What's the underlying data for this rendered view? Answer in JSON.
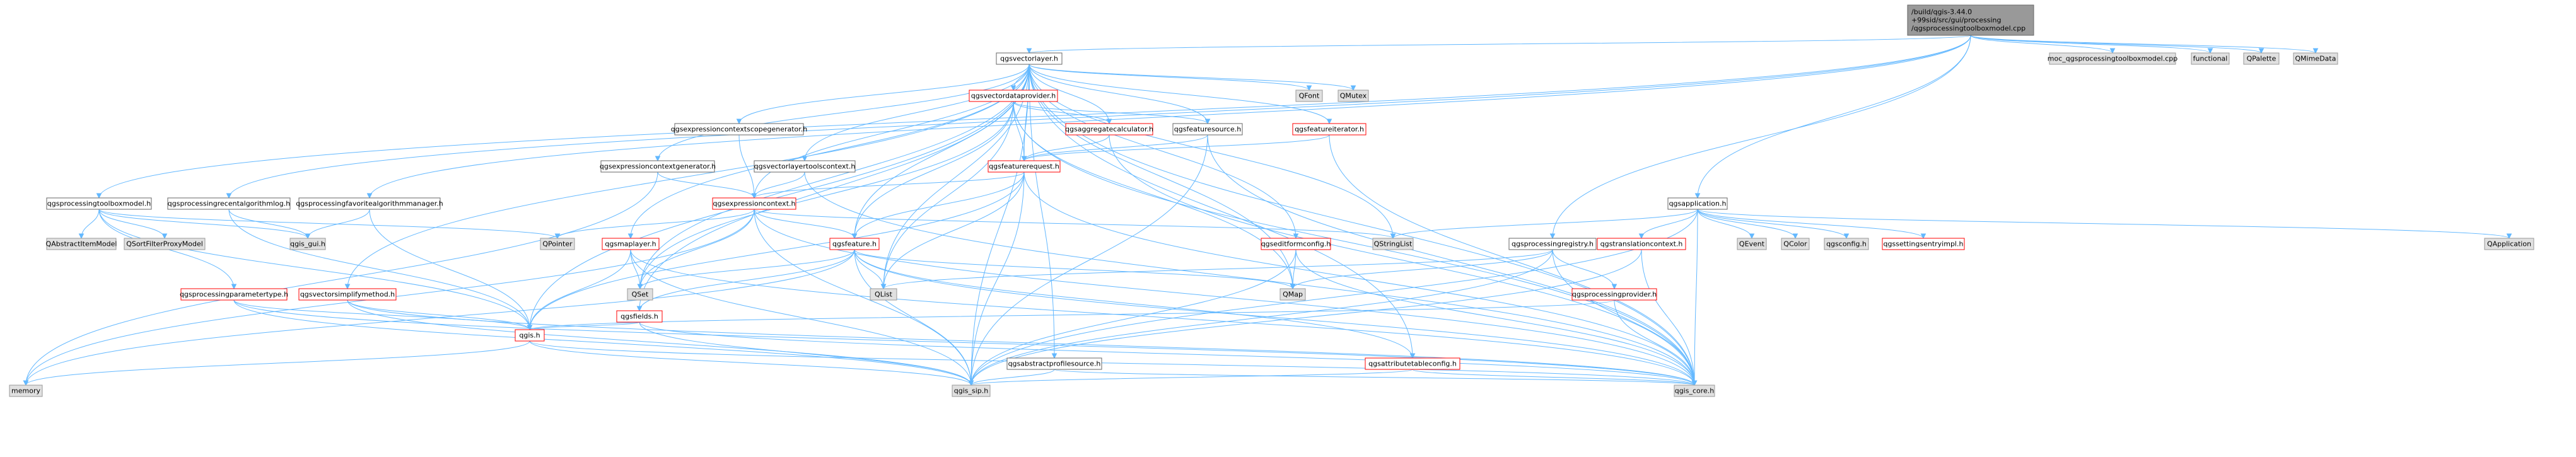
{
  "colors": {
    "edge": "#63b8ff",
    "main_fill": "#999999",
    "grey_fill": "#e0e0e0",
    "red_border": "#ff0000",
    "normal_border": "#666666"
  },
  "nodes": [
    {
      "id": "root",
      "lines": [
        "/build/qgis-3.44.0",
        "+99sid/src/gui/processing",
        "/qgsprocessingtoolboxmodel.cpp"
      ],
      "style": "main"
    },
    {
      "id": "qgsvectorlayer",
      "lines": [
        "qgsvectorlayer.h"
      ],
      "style": "normal"
    },
    {
      "id": "moc",
      "lines": [
        "moc_qgsprocessingtoolboxmodel.cpp"
      ],
      "style": "grey"
    },
    {
      "id": "functional",
      "lines": [
        "functional"
      ],
      "style": "grey"
    },
    {
      "id": "qpalette",
      "lines": [
        "QPalette"
      ],
      "style": "grey"
    },
    {
      "id": "qmimedata",
      "lines": [
        "QMimeData"
      ],
      "style": "grey"
    },
    {
      "id": "qfont",
      "lines": [
        "QFont"
      ],
      "style": "grey"
    },
    {
      "id": "qmutex",
      "lines": [
        "QMutex"
      ],
      "style": "grey"
    },
    {
      "id": "qgsvectordataprovider",
      "lines": [
        "qgsvectordataprovider.h"
      ],
      "style": "red"
    },
    {
      "id": "qgsaggregatecalculator",
      "lines": [
        "qgsaggregatecalculator.h"
      ],
      "style": "red"
    },
    {
      "id": "qgsfeaturesource",
      "lines": [
        "qgsfeaturesource.h"
      ],
      "style": "normal"
    },
    {
      "id": "qgsfeatureiterator",
      "lines": [
        "qgsfeatureiterator.h"
      ],
      "style": "red"
    },
    {
      "id": "qgsexpressioncontextscopegenerator",
      "lines": [
        "qgsexpressioncontextscopegenerator.h"
      ],
      "style": "normal"
    },
    {
      "id": "qgsexpressioncontextgenerator",
      "lines": [
        "qgsexpressioncontextgenerator.h"
      ],
      "style": "normal"
    },
    {
      "id": "qgsvectorlayertoolscontext",
      "lines": [
        "qgsvectorlayertoolscontext.h"
      ],
      "style": "normal"
    },
    {
      "id": "qgsfeaturerequest",
      "lines": [
        "qgsfeaturerequest.h"
      ],
      "style": "red"
    },
    {
      "id": "qgsexpressioncontext",
      "lines": [
        "qgsexpressioncontext.h"
      ],
      "style": "red"
    },
    {
      "id": "qgsprocessingtoolboxmodel",
      "lines": [
        "qgsprocessingtoolboxmodel.h"
      ],
      "style": "normal"
    },
    {
      "id": "qgsprocessingrecentalgorithmlog",
      "lines": [
        "qgsprocessingrecentalgorithmlog.h"
      ],
      "style": "normal"
    },
    {
      "id": "qgsprocessingfavoritealgorithmmanager",
      "lines": [
        "qgsprocessingfavoritealgorithmmanager.h"
      ],
      "style": "normal"
    },
    {
      "id": "qgsapplication",
      "lines": [
        "qgsapplication.h"
      ],
      "style": "normal"
    },
    {
      "id": "qabstractitemmodel",
      "lines": [
        "QAbstractItemModel"
      ],
      "style": "grey"
    },
    {
      "id": "qsortfilterproxymodel",
      "lines": [
        "QSortFilterProxyModel"
      ],
      "style": "grey"
    },
    {
      "id": "qgis_gui",
      "lines": [
        "qgis_gui.h"
      ],
      "style": "grey"
    },
    {
      "id": "qpointer",
      "lines": [
        "QPointer"
      ],
      "style": "grey"
    },
    {
      "id": "qgsmaplayer",
      "lines": [
        "qgsmaplayer.h"
      ],
      "style": "red"
    },
    {
      "id": "qgsfeature",
      "lines": [
        "qgsfeature.h"
      ],
      "style": "red"
    },
    {
      "id": "qstringlist",
      "lines": [
        "QStringList"
      ],
      "style": "grey"
    },
    {
      "id": "qgseditformconfig",
      "lines": [
        "qgseditformconfig.h"
      ],
      "style": "red"
    },
    {
      "id": "qgsprocessingregistry",
      "lines": [
        "qgsprocessingregistry.h"
      ],
      "style": "normal"
    },
    {
      "id": "qgstranslationcontext",
      "lines": [
        "qgstranslationcontext.h"
      ],
      "style": "red"
    },
    {
      "id": "qevent",
      "lines": [
        "QEvent"
      ],
      "style": "grey"
    },
    {
      "id": "qcolor",
      "lines": [
        "QColor"
      ],
      "style": "grey"
    },
    {
      "id": "qgsconfig",
      "lines": [
        "qgsconfig.h"
      ],
      "style": "grey"
    },
    {
      "id": "qgssettingsentryimpl",
      "lines": [
        "qgssettingsentryimpl.h"
      ],
      "style": "red"
    },
    {
      "id": "qapplication",
      "lines": [
        "QApplication"
      ],
      "style": "grey"
    },
    {
      "id": "qgsprocessingparametertype",
      "lines": [
        "qgsprocessingparametertype.h"
      ],
      "style": "red"
    },
    {
      "id": "qgsvectorsimplifymethod",
      "lines": [
        "qgsvectorsimplifymethod.h"
      ],
      "style": "red"
    },
    {
      "id": "qset",
      "lines": [
        "QSet"
      ],
      "style": "grey"
    },
    {
      "id": "qgsfields",
      "lines": [
        "qgsfields.h"
      ],
      "style": "red"
    },
    {
      "id": "qlist",
      "lines": [
        "QList"
      ],
      "style": "grey"
    },
    {
      "id": "qmap",
      "lines": [
        "QMap"
      ],
      "style": "grey"
    },
    {
      "id": "qgsprocessingprovider",
      "lines": [
        "qgsprocessingprovider.h"
      ],
      "style": "red"
    },
    {
      "id": "qgis",
      "lines": [
        "qgis.h"
      ],
      "style": "red"
    },
    {
      "id": "qgsabstractprofilesource",
      "lines": [
        "qgsabstractprofilesource.h"
      ],
      "style": "normal"
    },
    {
      "id": "qgsattributetableconfig",
      "lines": [
        "qgsattributetableconfig.h"
      ],
      "style": "red"
    },
    {
      "id": "memory",
      "lines": [
        "memory"
      ],
      "style": "grey"
    },
    {
      "id": "qgis_sip",
      "lines": [
        "qgis_sip.h"
      ],
      "style": "grey"
    },
    {
      "id": "qgis_core",
      "lines": [
        "qgis_core.h"
      ],
      "style": "grey"
    }
  ],
  "edges": [
    [
      "root",
      "qgsvectorlayer"
    ],
    [
      "root",
      "moc"
    ],
    [
      "root",
      "functional"
    ],
    [
      "root",
      "qpalette"
    ],
    [
      "root",
      "qmimedata"
    ],
    [
      "root",
      "qgsprocessingtoolboxmodel"
    ],
    [
      "root",
      "qgsprocessingrecentalgorithmlog"
    ],
    [
      "root",
      "qgsprocessingfavoritealgorithmmanager"
    ],
    [
      "root",
      "qgsapplication"
    ],
    [
      "root",
      "qgsprocessingregistry"
    ],
    [
      "qgsvectorlayer",
      "qfont"
    ],
    [
      "qgsvectorlayer",
      "qmutex"
    ],
    [
      "qgsvectorlayer",
      "qgsvectordataprovider"
    ],
    [
      "qgsvectorlayer",
      "qgsaggregatecalculator"
    ],
    [
      "qgsvectorlayer",
      "qgsfeaturesource"
    ],
    [
      "qgsvectorlayer",
      "qgsfeatureiterator"
    ],
    [
      "qgsvectorlayer",
      "qgsexpressioncontextscopegenerator"
    ],
    [
      "qgsvectorlayer",
      "qgsexpressioncontextgenerator"
    ],
    [
      "qgsvectorlayer",
      "qgsvectorlayertoolscontext"
    ],
    [
      "qgsvectorlayer",
      "qgsfeaturerequest"
    ],
    [
      "qgsvectorlayer",
      "qgsexpressioncontext"
    ],
    [
      "qgsvectorlayer",
      "qgsmaplayer"
    ],
    [
      "qgsvectorlayer",
      "qgsfeature"
    ],
    [
      "qgsvectorlayer",
      "qstringlist"
    ],
    [
      "qgsvectorlayer",
      "qgseditformconfig"
    ],
    [
      "qgsvectorlayer",
      "qgsvectorsimplifymethod"
    ],
    [
      "qgsvectorlayer",
      "qset"
    ],
    [
      "qgsvectorlayer",
      "qgsfields"
    ],
    [
      "qgsvectorlayer",
      "qlist"
    ],
    [
      "qgsvectorlayer",
      "qmap"
    ],
    [
      "qgsvectorlayer",
      "qgis"
    ],
    [
      "qgsvectorlayer",
      "qgsabstractprofilesource"
    ],
    [
      "qgsvectorlayer",
      "qgsattributetableconfig"
    ],
    [
      "qgsvectorlayer",
      "qgis_sip"
    ],
    [
      "qgsvectorlayer",
      "qgis_core"
    ],
    [
      "qgsvectordataprovider",
      "qgsaggregatecalculator"
    ],
    [
      "qgsvectordataprovider",
      "qgsfeaturesource"
    ],
    [
      "qgsvectordataprovider",
      "qgsfeaturerequest"
    ],
    [
      "qgsvectordataprovider",
      "qgsfeature"
    ],
    [
      "qgsvectordataprovider",
      "qset"
    ],
    [
      "qgsvectordataprovider",
      "qlist"
    ],
    [
      "qgsvectordataprovider",
      "qmap"
    ],
    [
      "qgsvectordataprovider",
      "qgis_core"
    ],
    [
      "qgsaggregatecalculator",
      "qgsfeaturerequest"
    ],
    [
      "qgsaggregatecalculator",
      "qgis_core"
    ],
    [
      "qgsfeaturesource",
      "qgsfeaturerequest"
    ],
    [
      "qgsfeaturesource",
      "qgis_sip"
    ],
    [
      "qgsfeaturesource",
      "qgis_core"
    ],
    [
      "qgsfeatureiterator",
      "qgsfeaturerequest"
    ],
    [
      "qgsfeatureiterator",
      "qgis_core"
    ],
    [
      "qgsexpressioncontextscopegenerator",
      "qgsexpressioncontext"
    ],
    [
      "qgsexpressioncontextgenerator",
      "qgsexpressioncontext"
    ],
    [
      "qgsexpressioncontextgenerator",
      "memory"
    ],
    [
      "qgsvectorlayertoolscontext",
      "qgsexpressioncontext"
    ],
    [
      "qgsvectorlayertoolscontext",
      "qgis_core"
    ],
    [
      "qgsfeaturerequest",
      "qgsexpressioncontext"
    ],
    [
      "qgsfeaturerequest",
      "qgsfeature"
    ],
    [
      "qgsfeaturerequest",
      "qlist"
    ],
    [
      "qgsfeaturerequest",
      "qgis_sip"
    ],
    [
      "qgsfeaturerequest",
      "qgis_core"
    ],
    [
      "qgsfeaturerequest",
      "qgis"
    ],
    [
      "qgsexpressioncontext",
      "qgsfeature"
    ],
    [
      "qgsexpressioncontext",
      "qset"
    ],
    [
      "qgsexpressioncontext",
      "qstringlist"
    ],
    [
      "qgsexpressioncontext",
      "qpointer"
    ],
    [
      "qgsexpressioncontext",
      "memory"
    ],
    [
      "qgsexpressioncontext",
      "qgis_sip"
    ],
    [
      "qgsexpressioncontext",
      "qgis_core"
    ],
    [
      "qgsprocessingtoolboxmodel",
      "qabstractitemmodel"
    ],
    [
      "qgsprocessingtoolboxmodel",
      "qsortfilterproxymodel"
    ],
    [
      "qgsprocessingtoolboxmodel",
      "qgis_gui"
    ],
    [
      "qgsprocessingtoolboxmodel",
      "qpointer"
    ],
    [
      "qgsprocessingtoolboxmodel",
      "qgsprocessingparametertype"
    ],
    [
      "qgsprocessingtoolboxmodel",
      "qgis"
    ],
    [
      "qgsprocessingrecentalgorithmlog",
      "qgis_gui"
    ],
    [
      "qgsprocessingrecentalgorithmlog",
      "qgis"
    ],
    [
      "qgsprocessingfavoritealgorithmmanager",
      "qgis_gui"
    ],
    [
      "qgsprocessingfavoritealgorithmmanager",
      "qgis"
    ],
    [
      "qgsapplication",
      "qevent"
    ],
    [
      "qgsapplication",
      "qcolor"
    ],
    [
      "qgsapplication",
      "qgsconfig"
    ],
    [
      "qgsapplication",
      "qgssettingsentryimpl"
    ],
    [
      "qgsapplication",
      "qapplication"
    ],
    [
      "qgsapplication",
      "qstringlist"
    ],
    [
      "qgsapplication",
      "qgstranslationcontext"
    ],
    [
      "qgsapplication",
      "qgis_core"
    ],
    [
      "qgsapplication",
      "qgis_sip"
    ],
    [
      "qgsmaplayer",
      "qgis"
    ],
    [
      "qgsmaplayer",
      "qset"
    ],
    [
      "qgsmaplayer",
      "qgis_sip"
    ],
    [
      "qgsmaplayer",
      "qgis_core"
    ],
    [
      "qgsfeature",
      "qgsfields"
    ],
    [
      "qgsfeature",
      "qset"
    ],
    [
      "qgsfeature",
      "qlist"
    ],
    [
      "qgsfeature",
      "qmap"
    ],
    [
      "qgsfeature",
      "memory"
    ],
    [
      "qgsfeature",
      "qgis_sip"
    ],
    [
      "qgsfeature",
      "qgis_core"
    ],
    [
      "qgsfeature",
      "qgsattributetableconfig"
    ],
    [
      "qgseditformconfig",
      "qmap"
    ],
    [
      "qgseditformconfig",
      "qgis_sip"
    ],
    [
      "qgseditformconfig",
      "qgis_core"
    ],
    [
      "qgsprocessingregistry",
      "qgsprocessingprovider"
    ],
    [
      "qgsprocessingregistry",
      "qmap"
    ],
    [
      "qgsprocessingregistry",
      "qlist"
    ],
    [
      "qgsprocessingregistry",
      "qgis_sip"
    ],
    [
      "qgsprocessingregistry",
      "qgis_core"
    ],
    [
      "qgstranslationcontext",
      "qgis_sip"
    ],
    [
      "qgstranslationcontext",
      "qgis_core"
    ],
    [
      "qgsprocessingparametertype",
      "qgis"
    ],
    [
      "qgsprocessingparametertype",
      "qgis_sip"
    ],
    [
      "qgsprocessingparametertype",
      "qgis_core"
    ],
    [
      "qgsvectorsimplifymethod",
      "qgis"
    ],
    [
      "qgsvectorsimplifymethod",
      "qgis_core"
    ],
    [
      "qgsvectorsimplifymethod",
      "qgis_sip"
    ],
    [
      "qgsfields",
      "qgis"
    ],
    [
      "qgsfields",
      "qgis_sip"
    ],
    [
      "qgsfields",
      "qgis_core"
    ],
    [
      "qgsprocessingprovider",
      "qgis"
    ],
    [
      "qgsprocessingprovider",
      "qgis_core"
    ],
    [
      "qgis",
      "memory"
    ],
    [
      "qgis",
      "qgis_sip"
    ],
    [
      "qgis",
      "qgis_core"
    ],
    [
      "qgsabstractprofilesource",
      "qgis_sip"
    ],
    [
      "qgsabstractprofilesource",
      "qgis_core"
    ],
    [
      "qgsattributetableconfig",
      "qgis_sip"
    ],
    [
      "qgsattributetableconfig",
      "qgis_core"
    ]
  ]
}
